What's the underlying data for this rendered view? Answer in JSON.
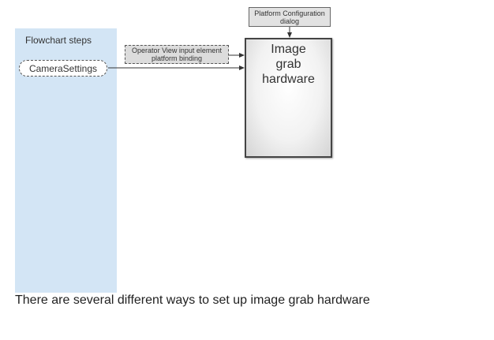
{
  "panel": {
    "title": "Flowchart steps",
    "step_label": "CameraSettings"
  },
  "input_element": {
    "line1": "Operator View input element",
    "line2": "platform binding"
  },
  "dialog": {
    "line1": "Platform Configuration",
    "line2": "dialog"
  },
  "hardware": {
    "label": "Image\ngrab\nhardware"
  },
  "caption": "There are several different ways to set up image grab hardware",
  "colors": {
    "panel_background": "#d3e5f5",
    "box_gray": "#dcdcdc",
    "connector": "#333333"
  }
}
